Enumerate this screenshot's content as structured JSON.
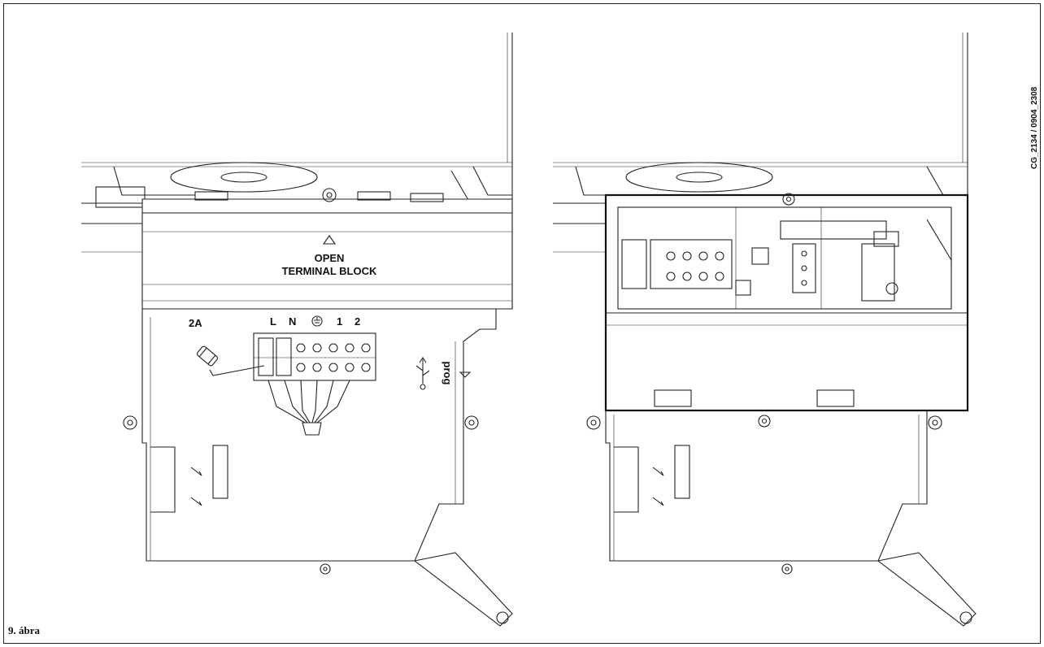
{
  "figure": {
    "caption": "9. ábra",
    "code": "CG_2134 / 0904_2308"
  },
  "left_unit": {
    "lid_text_line1": "OPEN",
    "lid_text_line2": "TERMINAL BLOCK",
    "fuse_label": "2A",
    "terminal_labels": [
      "L",
      "N",
      "⏚",
      "1",
      "2"
    ],
    "prog_label": "prog"
  },
  "right_unit": {}
}
